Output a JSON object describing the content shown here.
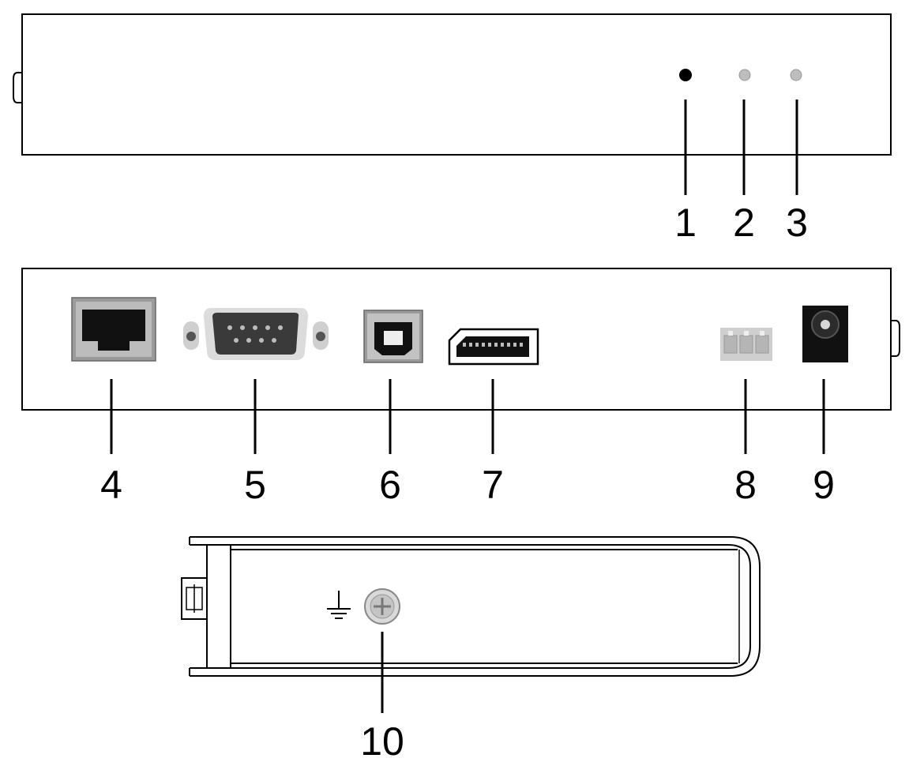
{
  "colors": {
    "outline": "#000000",
    "port_metal": "#a9a9a9",
    "port_light": "#d3d3d3",
    "port_dark": "#1a1a1a",
    "screw": "#c8c8c8",
    "led_gray": "#bdbdbd"
  },
  "front_panel": {
    "callouts": [
      {
        "number": "1",
        "icon": "black-indicator-dot"
      },
      {
        "number": "2",
        "icon": "gray-led-indicator"
      },
      {
        "number": "3",
        "icon": "gray-led-indicator"
      }
    ]
  },
  "rear_panel": {
    "callouts": [
      {
        "number": "4",
        "icon": "rj45-port-icon"
      },
      {
        "number": "5",
        "icon": "db9-serial-port-icon"
      },
      {
        "number": "6",
        "icon": "usb-b-port-icon"
      },
      {
        "number": "7",
        "icon": "displayport-icon"
      },
      {
        "number": "8",
        "icon": "terminal-block-icon"
      },
      {
        "number": "9",
        "icon": "dc-power-jack-icon"
      }
    ]
  },
  "side_panel": {
    "callouts": [
      {
        "number": "10",
        "icon": "grounding-screw-icon"
      }
    ],
    "ground_symbol": "ground-symbol-icon"
  }
}
